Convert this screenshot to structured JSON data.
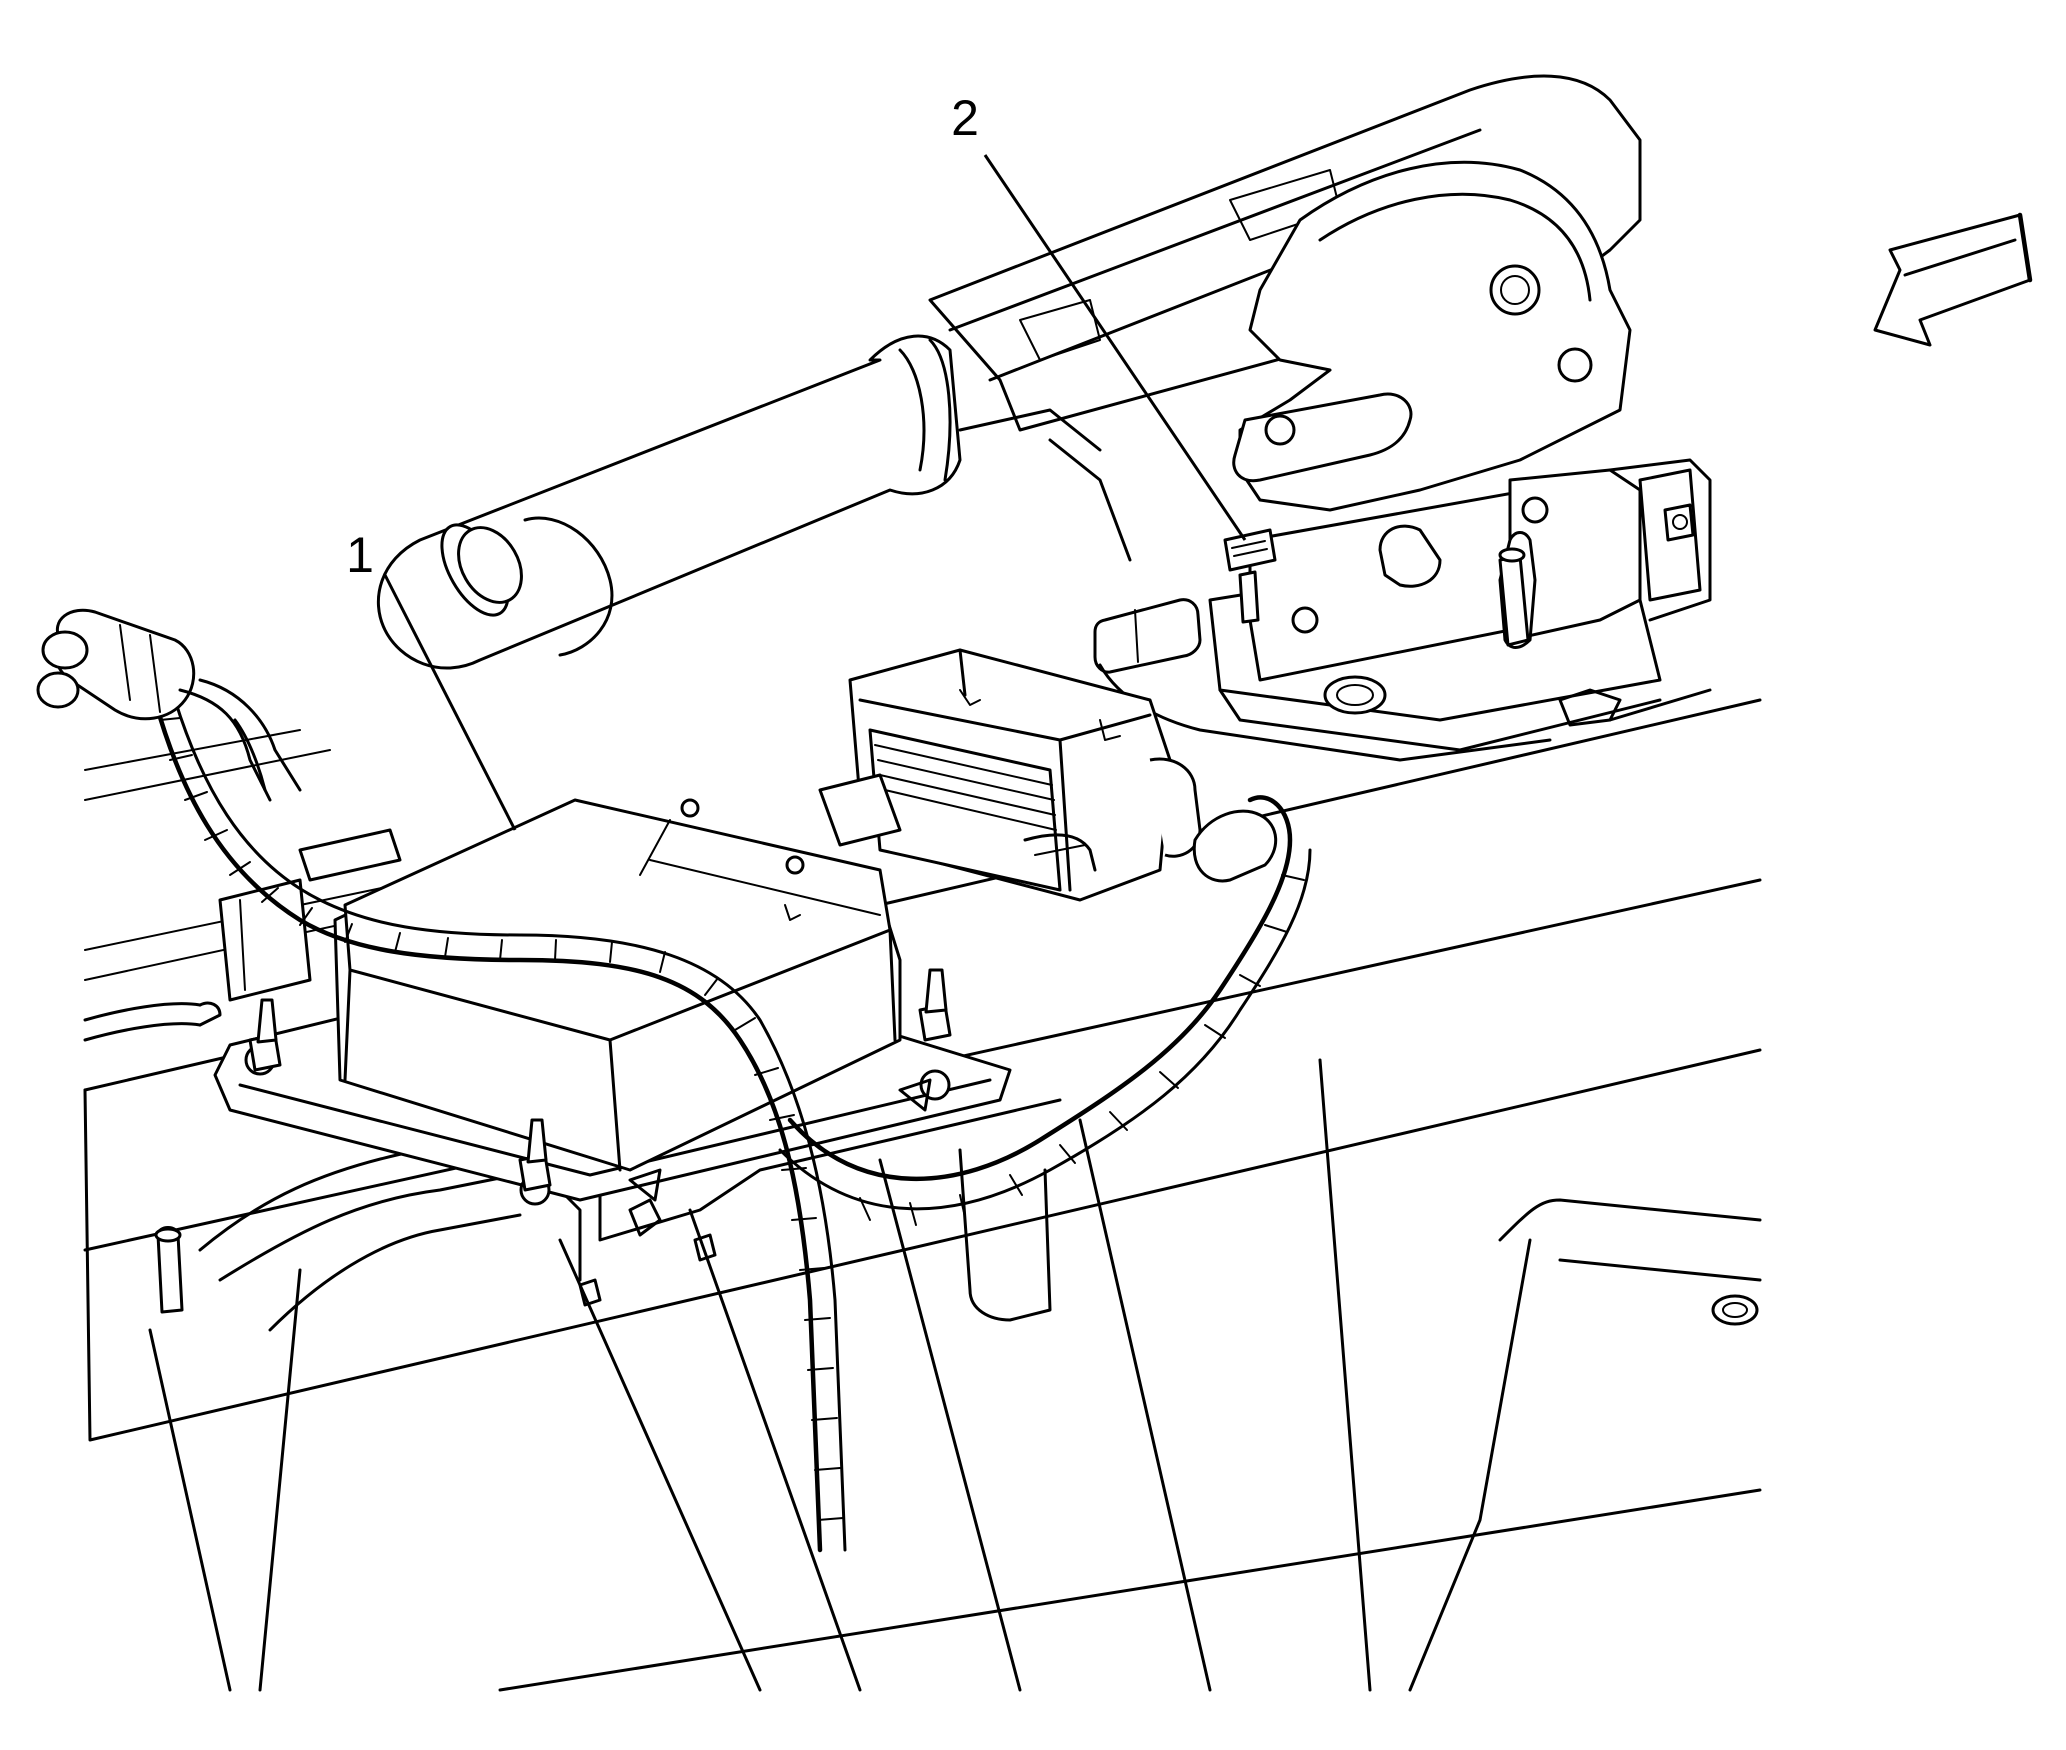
{
  "callouts": [
    {
      "number": "1"
    },
    {
      "number": "2"
    }
  ],
  "direction_arrow_icon": "view-direction-arrow",
  "colors": {
    "line": "#000000",
    "background": "#ffffff"
  }
}
